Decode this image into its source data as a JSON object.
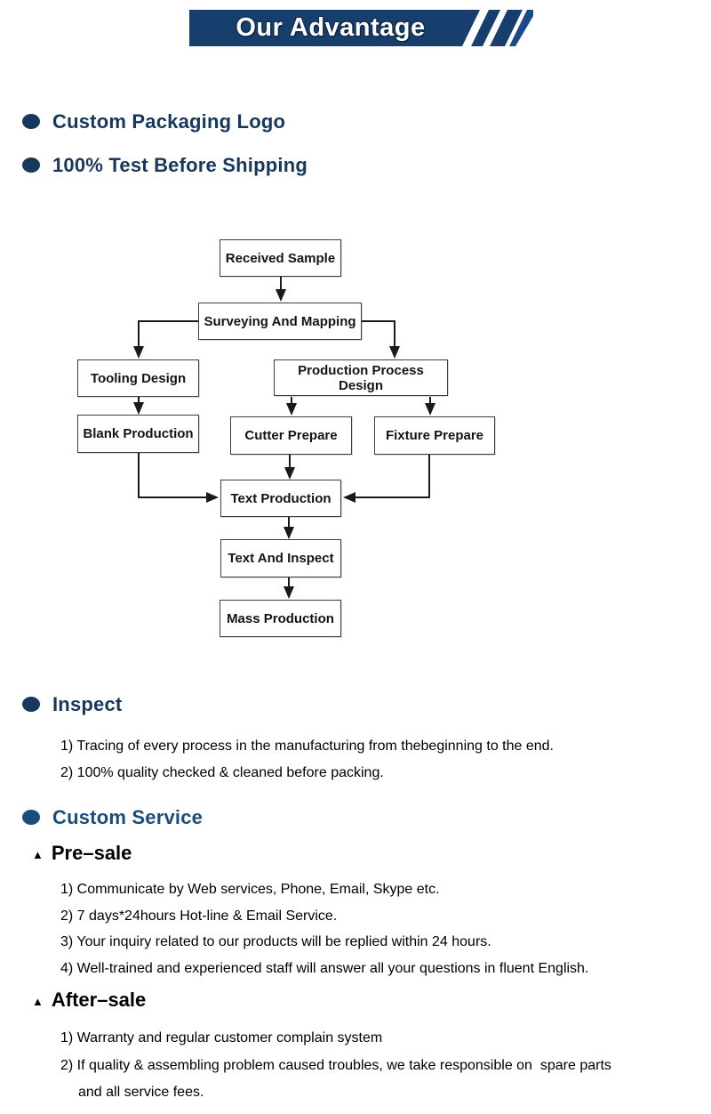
{
  "banner": {
    "title": "Our Advantage"
  },
  "advantages": [
    {
      "label": "Custom Packaging Logo"
    },
    {
      "label": "100% Test Before Shipping"
    }
  ],
  "flowchart": {
    "nodes": [
      {
        "id": "received-sample",
        "label": "Received Sample"
      },
      {
        "id": "surveying-and-mapping",
        "label": "Surveying And Mapping"
      },
      {
        "id": "tooling-design",
        "label": "Tooling Design"
      },
      {
        "id": "production-process-design",
        "label": "Production Process Design"
      },
      {
        "id": "blank-production",
        "label": "Blank Production"
      },
      {
        "id": "cutter-prepare",
        "label": "Cutter Prepare"
      },
      {
        "id": "fixture-prepare",
        "label": "Fixture Prepare"
      },
      {
        "id": "text-production",
        "label": "Text Production"
      },
      {
        "id": "text-and-inspect",
        "label": "Text And Inspect"
      },
      {
        "id": "mass-production",
        "label": "Mass Production"
      }
    ]
  },
  "inspect": {
    "heading": "Inspect",
    "items": [
      "1) Tracing of every process in the manufacturing from thebeginning to the end.",
      "2) 100% quality checked & cleaned before packing."
    ]
  },
  "custom_service": {
    "heading": "Custom Service",
    "pre_sale": {
      "heading": "Pre–sale",
      "items": [
        "1) Communicate by Web services, Phone, Email, Skype etc.",
        "2) 7 days*24hours Hot-line & Email Service.",
        "3) Your inquiry related to our products will be replied within 24 hours.",
        "4) Well-trained and experienced staff will answer all your questions in fluent English."
      ]
    },
    "after_sale": {
      "heading": "After–sale",
      "items": [
        "1) Warranty and regular customer complain system",
        "2) If quality & assembling problem caused troubles, we take responsible on  spare parts  and all service fees."
      ]
    }
  },
  "colors": {
    "banner_bg": "#173f6e",
    "heading_navy": "#17375d",
    "custom_service_blue": "#1b4c7c",
    "text_black": "#000000"
  }
}
